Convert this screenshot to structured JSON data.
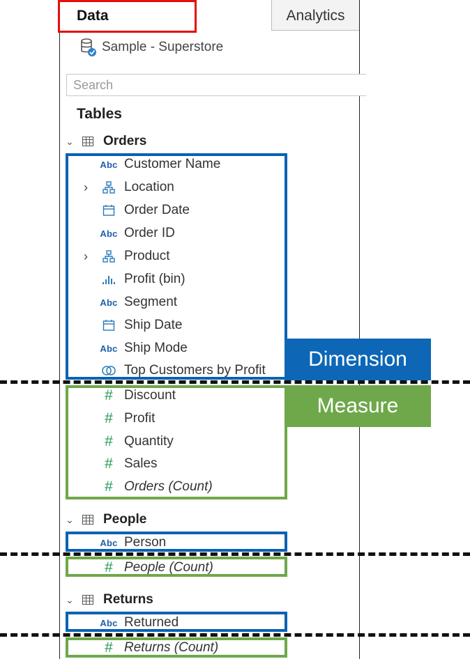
{
  "tabs": {
    "data": "Data",
    "analytics": "Analytics"
  },
  "datasource": {
    "name": "Sample - Superstore",
    "icon": "database-check-icon"
  },
  "search": {
    "placeholder": "Search"
  },
  "tables_heading": "Tables",
  "tables": {
    "orders": {
      "name": "Orders",
      "dimensions": [
        {
          "label": "Customer Name",
          "icon": "Abc"
        },
        {
          "label": "Location",
          "icon": "hierarchy-icon",
          "expandable": true
        },
        {
          "label": "Order Date",
          "icon": "calendar-icon"
        },
        {
          "label": "Order ID",
          "icon": "Abc"
        },
        {
          "label": "Product",
          "icon": "hierarchy-icon",
          "expandable": true
        },
        {
          "label": "Profit (bin)",
          "icon": "bin-bars-icon"
        },
        {
          "label": "Segment",
          "icon": "Abc"
        },
        {
          "label": "Ship Date",
          "icon": "calendar-icon"
        },
        {
          "label": "Ship Mode",
          "icon": "Abc"
        },
        {
          "label": "Top Customers by Profit",
          "icon": "set-icon"
        }
      ],
      "measures": [
        {
          "label": "Discount",
          "icon": "#"
        },
        {
          "label": "Profit",
          "icon": "#"
        },
        {
          "label": "Quantity",
          "icon": "#"
        },
        {
          "label": "Sales",
          "icon": "#"
        },
        {
          "label": "Orders (Count)",
          "icon": "#"
        }
      ]
    },
    "people": {
      "name": "People",
      "dimensions": [
        {
          "label": "Person",
          "icon": "Abc"
        }
      ],
      "measures": [
        {
          "label": "People (Count)",
          "icon": "#"
        }
      ]
    },
    "returns": {
      "name": "Returns",
      "dimensions": [
        {
          "label": "Returned",
          "icon": "Abc"
        }
      ],
      "measures": [
        {
          "label": "Returns (Count)",
          "icon": "#"
        }
      ]
    }
  },
  "legend": {
    "dimension": "Dimension",
    "measure": "Measure"
  },
  "colors": {
    "dimension": "#0d67b6",
    "measure": "#6ea84a",
    "tab_highlight": "#e60d0d"
  }
}
